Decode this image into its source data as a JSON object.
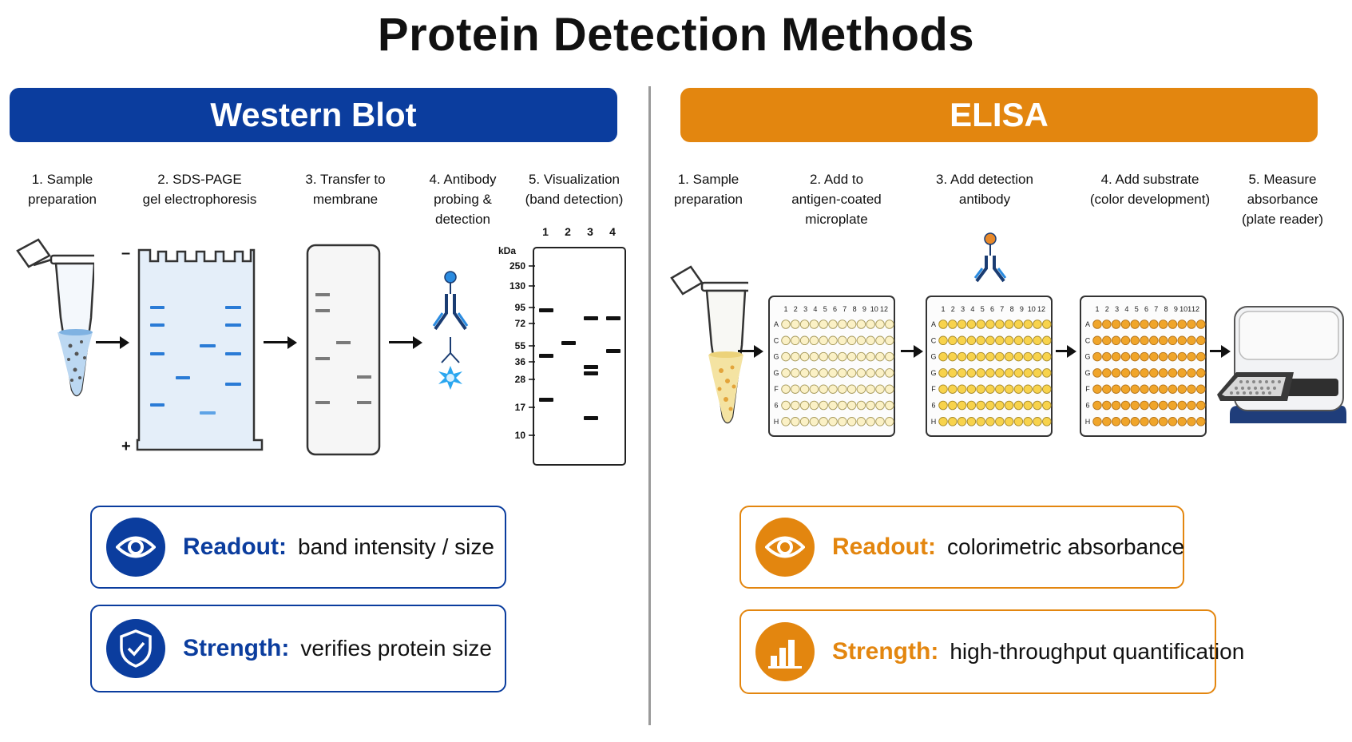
{
  "title": "Protein Detection Methods",
  "western_blot": {
    "header": "Western Blot",
    "steps": [
      {
        "line1": "1. Sample",
        "line2": "preparation"
      },
      {
        "line1": "2. SDS-PAGE",
        "line2": "gel electrophoresis"
      },
      {
        "line1": "3. Transfer to",
        "line2": "membrane"
      },
      {
        "line1": "4. Antibody",
        "line2": "probing &",
        "line3": "detection"
      },
      {
        "line1": "5. Visualization",
        "line2": "(band detection)"
      }
    ],
    "gel": {
      "minus": "–",
      "plus": "+"
    },
    "blot": {
      "kda_label": "kDa",
      "markers": [
        "250",
        "130",
        "95",
        "72",
        "55",
        "36",
        "28",
        "17",
        "10"
      ],
      "lanes": [
        "1",
        "2",
        "3",
        "4"
      ]
    },
    "readout": {
      "label": "Readout:",
      "value": "band intensity / size",
      "icon": "eye-icon"
    },
    "strength": {
      "label": "Strength:",
      "value": "verifies protein size",
      "icon": "shield-check-icon"
    },
    "accent": "#0b3d9e"
  },
  "elisa": {
    "header": "ELISA",
    "steps": [
      {
        "line1": "1. Sample",
        "line2": "preparation"
      },
      {
        "line1": "2. Add to",
        "line2": "antigen-coated",
        "line3": "microplate"
      },
      {
        "line1": "3. Add detection",
        "line2": "antibody"
      },
      {
        "line1": "4. Add substrate",
        "line2": "(color development)"
      },
      {
        "line1": "5. Measure",
        "line2": "absorbance",
        "line3": "(plate reader)"
      }
    ],
    "plate_columns": [
      "1",
      "2",
      "3",
      "4",
      "5",
      "6",
      "7",
      "8",
      "9",
      "10",
      "12"
    ],
    "plate_columns_3": [
      "1",
      "2",
      "3",
      "4",
      "5",
      "6",
      "7",
      "8",
      "9",
      "101",
      "12"
    ],
    "plate_rows": [
      "A",
      "C",
      "G",
      "G",
      "F",
      "6",
      "H"
    ],
    "readout": {
      "label": "Readout:",
      "value": "colorimetric absorbance",
      "icon": "eye-icon"
    },
    "strength": {
      "label": "Strength:",
      "value": "high-throughput quantification",
      "icon": "bar-chart-icon"
    },
    "accent": "#e3860f"
  }
}
